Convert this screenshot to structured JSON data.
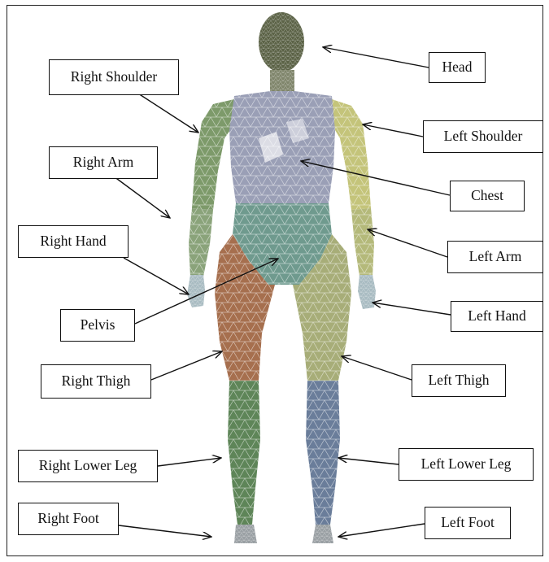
{
  "labels": {
    "head": "Head",
    "right_shoulder": "Right Shoulder",
    "left_shoulder": "Left Shoulder",
    "right_arm": "Right Arm",
    "chest": "Chest",
    "right_hand": "Right Hand",
    "left_arm": "Left Arm",
    "pelvis": "Pelvis",
    "left_hand": "Left Hand",
    "right_thigh": "Right Thigh",
    "left_thigh": "Left Thigh",
    "right_lower_leg": "Right Lower Leg",
    "left_lower_leg": "Left Lower Leg",
    "right_foot": "Right Foot",
    "left_foot": "Left Foot"
  },
  "colors": {
    "head": "#5c6347",
    "chest": "#9a9fb6",
    "right_shoulder_arm": "#7d9a6a",
    "left_shoulder_arm": "#c4c47a",
    "pelvis": "#6f9a8e",
    "right_thigh": "#a66f4e",
    "left_thigh": "#a7ad78",
    "right_lower_leg": "#5e8558",
    "left_lower_leg": "#6a7d9a",
    "hands": "#a9bcc2",
    "feet": "#9aa0a4",
    "mesh": "#ffffff"
  }
}
